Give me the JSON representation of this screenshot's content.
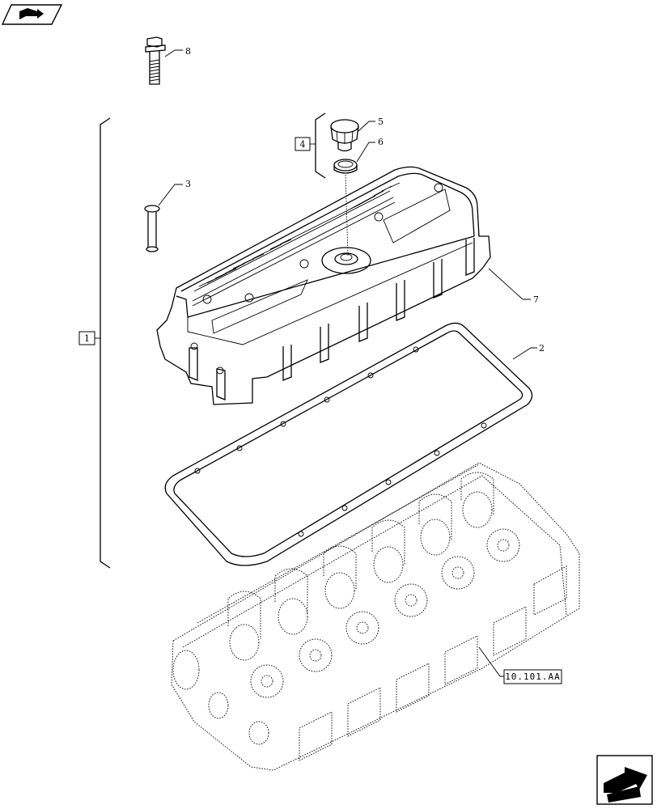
{
  "callouts": {
    "kit": "1",
    "gasket": "2",
    "spacer": "3",
    "oil_cap_group": "4",
    "oil_cap": "5",
    "seal_ring": "6",
    "cover": "7",
    "screw": "8"
  },
  "reference": {
    "cylinder_head_ref": "10.101.AA"
  },
  "icons": {
    "top_nav": "back-arrow-icon",
    "bottom_nav": "next-page-arrow-icon"
  }
}
